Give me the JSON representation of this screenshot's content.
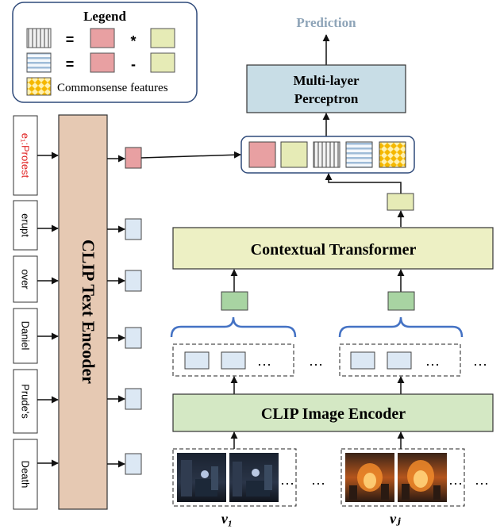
{
  "legend": {
    "title": "Legend",
    "eq1_eq": "=",
    "eq1_op": "*",
    "eq2_eq": "=",
    "eq2_op": "-",
    "commonsense_label": "Commonsense features"
  },
  "prediction_label": "Prediction",
  "mlp_line1": "Multi-layer",
  "mlp_line2": "Perceptron",
  "contextual_transformer_label": "Contextual Transformer",
  "clip_image_encoder_label": "CLIP Image Encoder",
  "clip_text_encoder_label": "CLIP Text Encoder",
  "event_token": "e₁:Protest",
  "tokens": [
    "erupt",
    "over",
    "Daniel",
    "Prude's",
    "Death"
  ],
  "ellipsis": "…",
  "video_labels": [
    "v₁",
    "vⱼ"
  ],
  "colors": {
    "pink": "#E8A0A2",
    "yellow_green": "#E6EBB6",
    "light_blue": "#DCE8F4",
    "green": "#A8D4A2",
    "mlp_fill": "#C8DDE6",
    "text_encoder_fill": "#E6C9B3",
    "image_encoder_fill": "#D4E8C4",
    "transformer_fill": "#EDF0C4",
    "blue_stroke": "#4472C4",
    "prediction_text": "#8EA4B8",
    "event_text": "#E02020"
  }
}
